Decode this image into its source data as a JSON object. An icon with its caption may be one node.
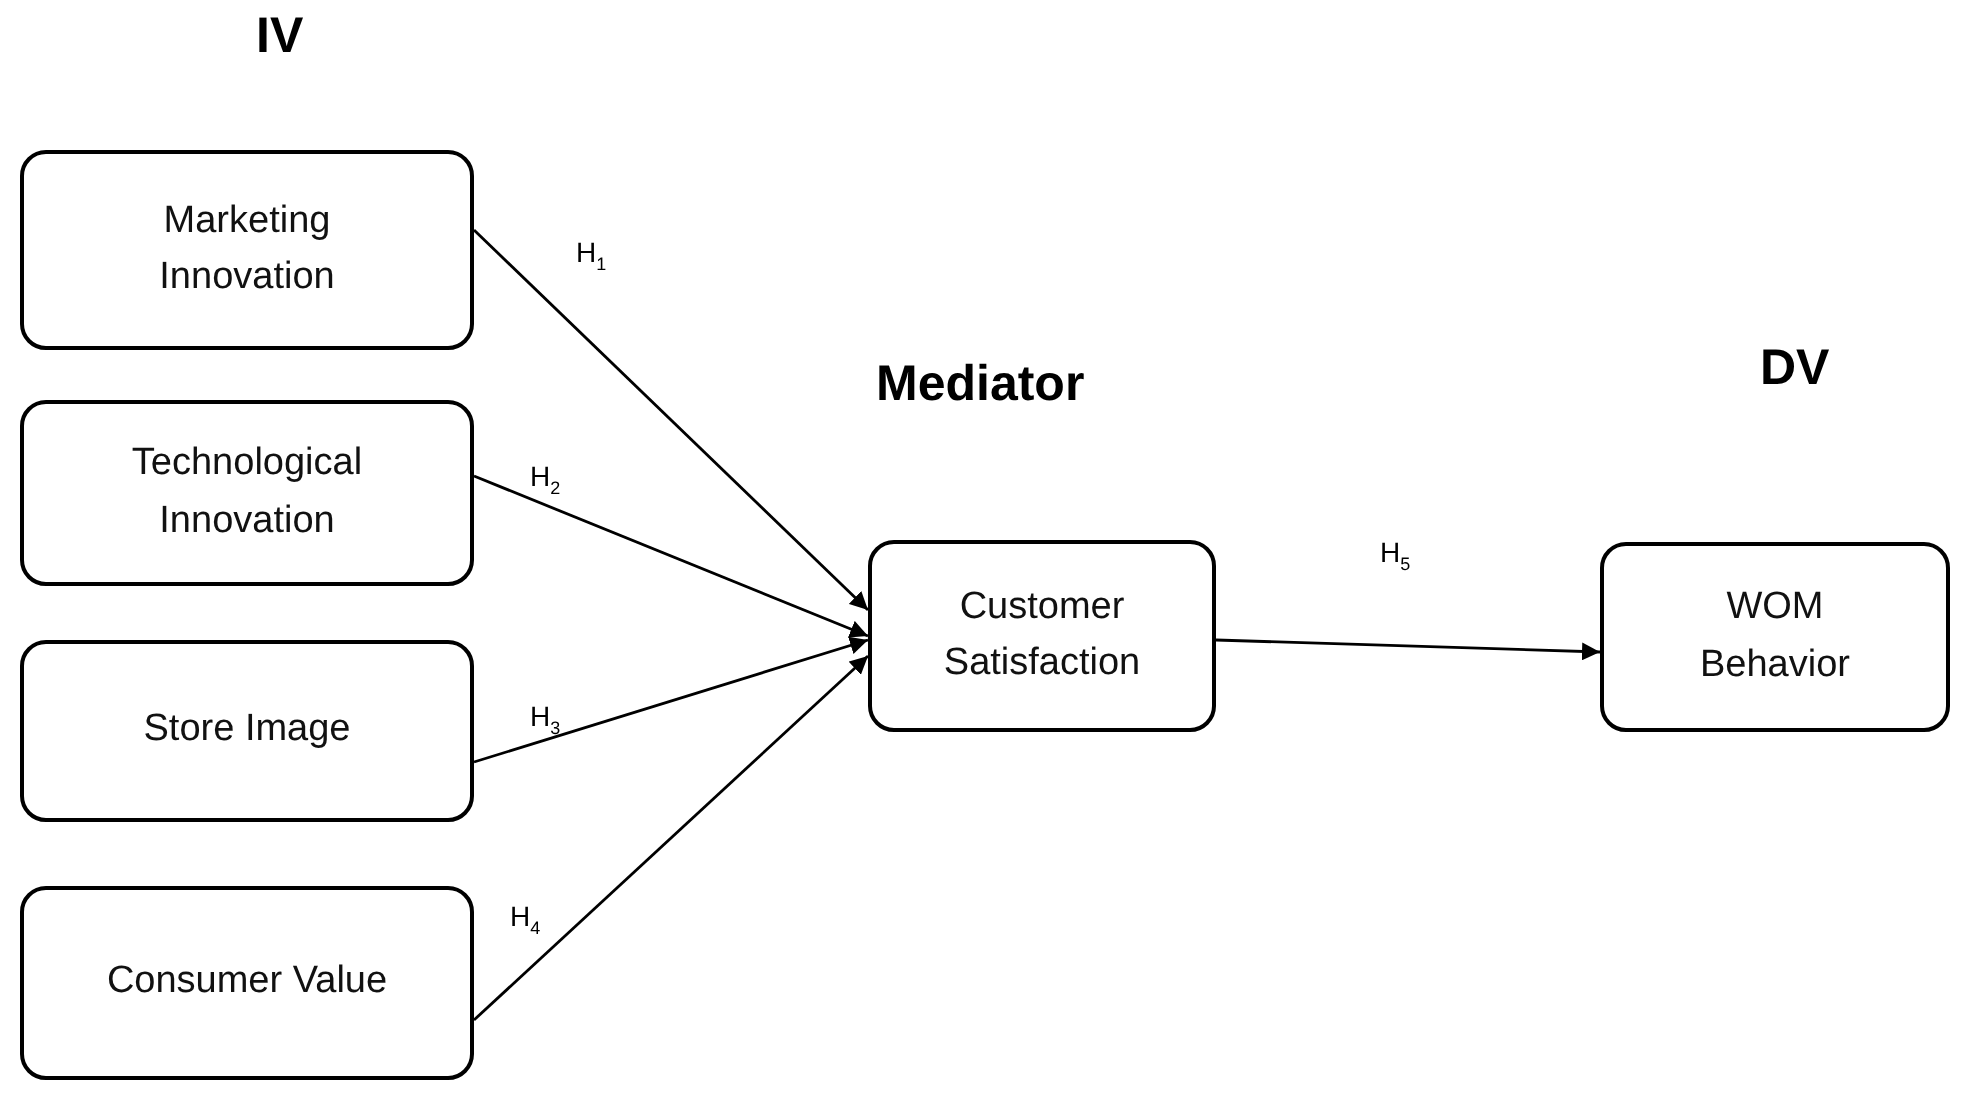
{
  "diagram": {
    "nodes": [
      {
        "text": [
          "Marketing Innovation"
        ]
      },
      {
        "text": [
          "Technological Innovation"
        ]
      },
      {
        "text": [
          "Store Image"
        ]
      },
      {
        "text": [
          "Consumer Value"
        ]
      },
      {
        "text": [
          "Customer Satisfaction"
        ]
      },
      {
        "text": [
          "WOM Behavior"
        ]
      }
    ],
    "edges": [
      {
        "from": 0,
        "to": 4,
        "arrow": "to",
        "label": "H$_{1}$"
      },
      {
        "from": 1,
        "to": 4,
        "arrow": "to",
        "label": "H$_{2}$"
      },
      {
        "from": 2,
        "to": 4,
        "arrow": "to",
        "label": "H$_{3}$"
      },
      {
        "from": 3,
        "to": 4,
        "arrow": "to",
        "label": "H$_{4}$"
      },
      {
        "from": 4,
        "to": 5,
        "arrow": "to",
        "label": "H$_{5}$"
      }
    ],
    "labels": [
      "IV",
      "Mediator",
      "DV"
    ]
  }
}
